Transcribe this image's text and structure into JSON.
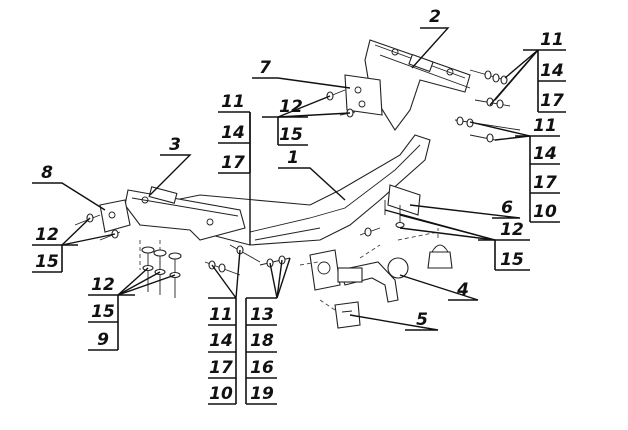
{
  "callouts": {
    "c1": "1",
    "c2": "2",
    "c3": "3",
    "c4": "4",
    "c5": "5",
    "c6": "6",
    "c7": "7",
    "c8": "8"
  },
  "stacks": {
    "top_right": [
      "11",
      "14",
      "17"
    ],
    "right_mid": [
      "11",
      "14",
      "17",
      "10"
    ],
    "right_low": [
      "12",
      "15"
    ],
    "top_center": [
      "12",
      "15"
    ],
    "left_col": [
      "11",
      "14",
      "17"
    ],
    "left_bracket": [
      "12",
      "15"
    ],
    "left_bottom": [
      "12",
      "15",
      "9"
    ],
    "bottom_a": [
      "11",
      "14",
      "17",
      "10"
    ],
    "bottom_b": [
      "13",
      "18",
      "16",
      "19"
    ]
  }
}
